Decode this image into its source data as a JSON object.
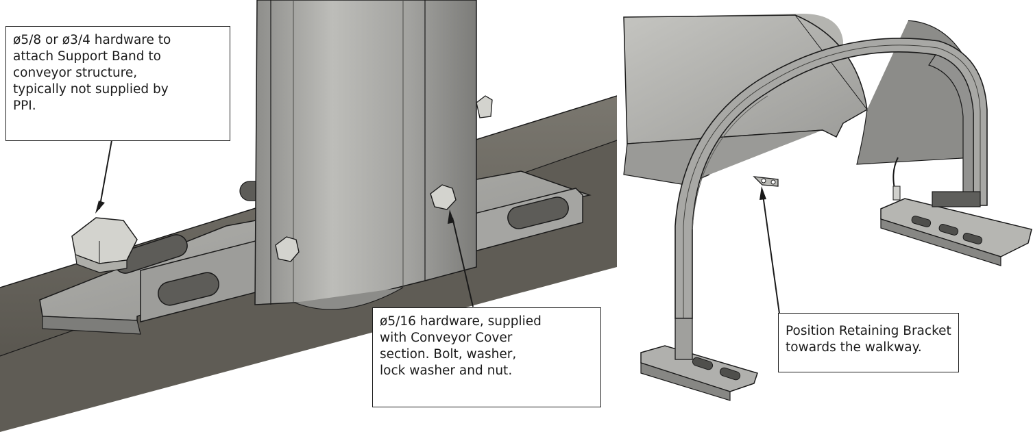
{
  "callouts": {
    "support_band_hardware": "ø5/8 or ø3/4 hardware to\nattach Support Band to\nconveyor structure,\ntypically not supplied by\nPPI.",
    "cover_hardware": "ø5/16 hardware, supplied\nwith Conveyor Cover\nsection. Bolt, washer,\nlock washer and nut.",
    "retaining_bracket": "Position Retaining Bracket\ntowards the walkway."
  },
  "colors": {
    "steel_light": "#b9b9b6",
    "steel_mid": "#9e9e9b",
    "steel_dark": "#767673",
    "beam": "#6a6760",
    "beam_dark": "#4e4b45",
    "bolt": "#cfcfca",
    "outline": "#1a1a1a"
  }
}
